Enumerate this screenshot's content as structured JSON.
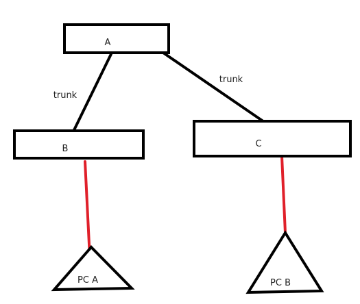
{
  "diagram": {
    "colors": {
      "background": "#ffffff",
      "stroke": "#000000",
      "access_link": "#e0202a",
      "text": "#222222"
    },
    "nodes": {
      "a": {
        "label": "A"
      },
      "b": {
        "label": "B"
      },
      "c": {
        "label": "C"
      },
      "pc_a": {
        "label": "PC A"
      },
      "pc_b": {
        "label": "PC B"
      }
    },
    "links": {
      "a_b": {
        "label": "trunk"
      },
      "a_c": {
        "label": "trunk"
      }
    }
  }
}
